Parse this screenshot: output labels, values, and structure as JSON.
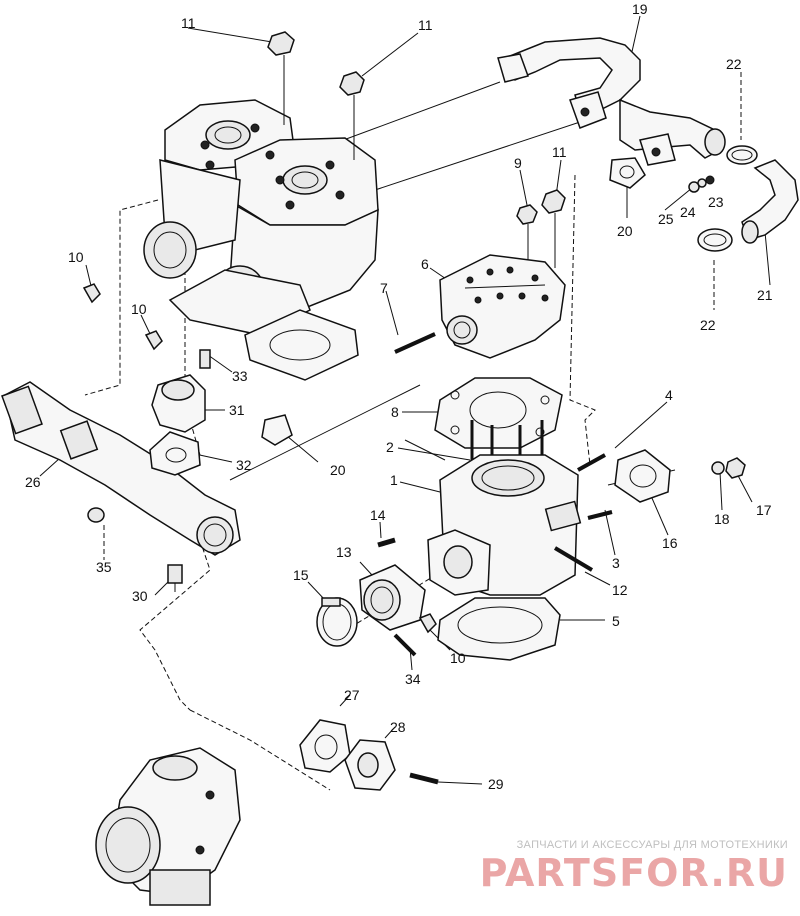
{
  "diagram": {
    "callouts": [
      {
        "id": "c11a",
        "text": "11"
      },
      {
        "id": "c11b",
        "text": "11"
      },
      {
        "id": "c19",
        "text": "19"
      },
      {
        "id": "c22a",
        "text": "22"
      },
      {
        "id": "c9",
        "text": "9"
      },
      {
        "id": "c11c",
        "text": "11"
      },
      {
        "id": "c20a",
        "text": "20"
      },
      {
        "id": "c25",
        "text": "25"
      },
      {
        "id": "c24",
        "text": "24"
      },
      {
        "id": "c23",
        "text": "23"
      },
      {
        "id": "c10a",
        "text": "10"
      },
      {
        "id": "c6",
        "text": "6"
      },
      {
        "id": "c7",
        "text": "7"
      },
      {
        "id": "c22b",
        "text": "22"
      },
      {
        "id": "c21",
        "text": "21"
      },
      {
        "id": "c10b",
        "text": "10"
      },
      {
        "id": "c33",
        "text": "33"
      },
      {
        "id": "c31",
        "text": "31"
      },
      {
        "id": "c8",
        "text": "8"
      },
      {
        "id": "c4",
        "text": "4"
      },
      {
        "id": "c2",
        "text": "2"
      },
      {
        "id": "c26",
        "text": "26"
      },
      {
        "id": "c32",
        "text": "32"
      },
      {
        "id": "c20b",
        "text": "20"
      },
      {
        "id": "c1",
        "text": "1"
      },
      {
        "id": "c18",
        "text": "18"
      },
      {
        "id": "c17",
        "text": "17"
      },
      {
        "id": "c16",
        "text": "16"
      },
      {
        "id": "c14",
        "text": "14"
      },
      {
        "id": "c3",
        "text": "3"
      },
      {
        "id": "c35",
        "text": "35"
      },
      {
        "id": "c13",
        "text": "13"
      },
      {
        "id": "c12",
        "text": "12"
      },
      {
        "id": "c15",
        "text": "15"
      },
      {
        "id": "c30",
        "text": "30"
      },
      {
        "id": "c5",
        "text": "5"
      },
      {
        "id": "c10c",
        "text": "10"
      },
      {
        "id": "c34",
        "text": "34"
      },
      {
        "id": "c27",
        "text": "27"
      },
      {
        "id": "c28",
        "text": "28"
      },
      {
        "id": "c29",
        "text": "29"
      }
    ]
  },
  "watermark": {
    "caption": "ЗАПЧАСТИ И АКСЕССУАРЫ ДЛЯ МОТОТЕХНИКИ",
    "logo": "PARTSFOR.RU"
  }
}
